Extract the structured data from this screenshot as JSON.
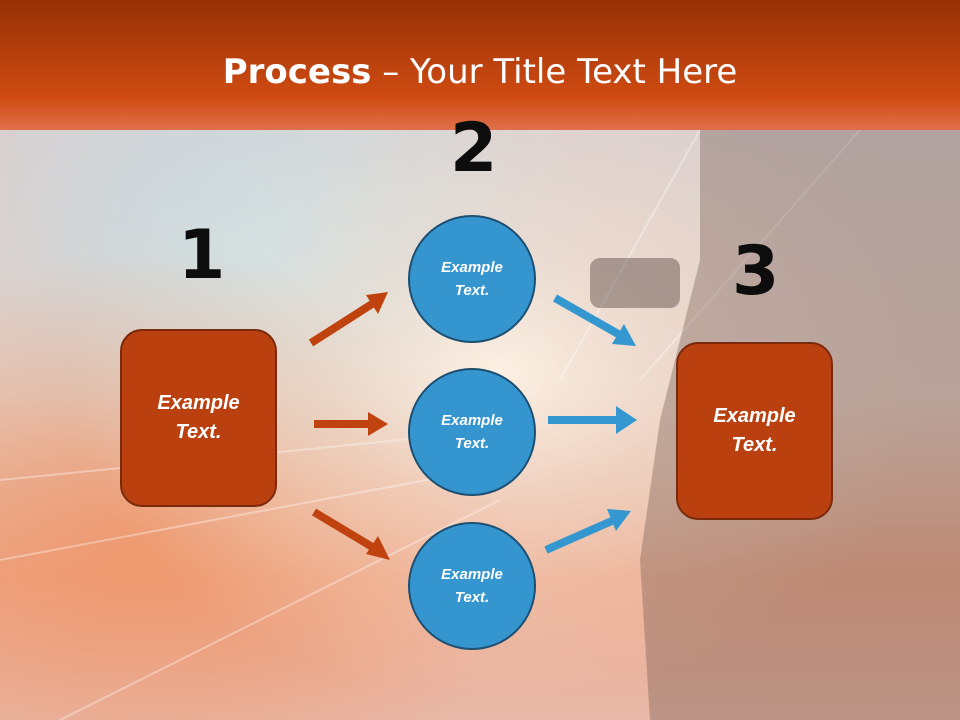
{
  "slide": {
    "title_bold": "Process",
    "title_rest": " – Your Title Text Here",
    "colors": {
      "header": "#c8440f",
      "box": "#bb4010",
      "circle": "#3595cf",
      "arrow_orange": "#c0430f",
      "arrow_blue": "#3597d0"
    }
  },
  "steps": {
    "n1": "1",
    "n2": "2",
    "n3": "3",
    "left_box": "Example\nText.",
    "right_box": "Example\nText.",
    "circle_top": "Example\nText.",
    "circle_mid": "Example\nText.",
    "circle_bot": "Example\nText."
  }
}
